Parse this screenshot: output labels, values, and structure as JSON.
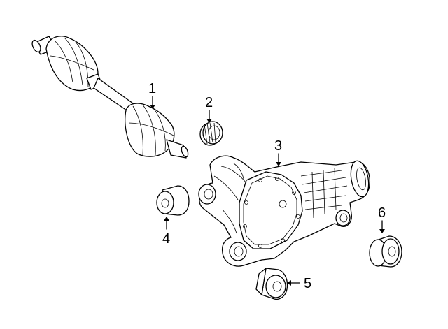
{
  "diagram": {
    "callouts": [
      {
        "number": "1",
        "part": "cv-axle-shaft"
      },
      {
        "number": "2",
        "part": "axle-seal"
      },
      {
        "number": "3",
        "part": "differential-housing"
      },
      {
        "number": "4",
        "part": "bushing"
      },
      {
        "number": "5",
        "part": "bushing"
      },
      {
        "number": "6",
        "part": "bushing"
      }
    ]
  }
}
